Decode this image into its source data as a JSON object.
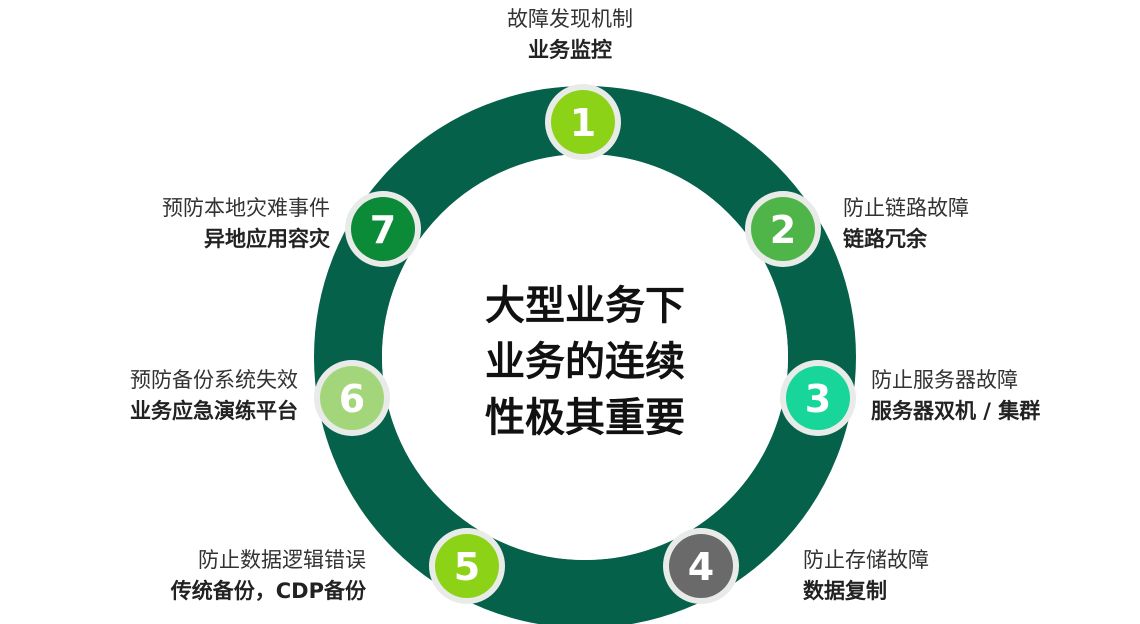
{
  "center": {
    "lines": [
      "大型业务下",
      "业务的连续",
      "性极其重要"
    ]
  },
  "colors": {
    "ring": "#05614a",
    "halo": "#e8ebe8"
  },
  "nodes": [
    {
      "number": "1",
      "color": "#8cd318",
      "title": "故障发现机制",
      "subtitle": "业务监控"
    },
    {
      "number": "2",
      "color": "#4fb548",
      "title": "防止链路故障",
      "subtitle": "链路冗余"
    },
    {
      "number": "3",
      "color": "#18d69a",
      "title": "防止服务器故障",
      "subtitle": "服务器双机 / 集群"
    },
    {
      "number": "4",
      "color": "#6a6a6a",
      "title": "防止存储故障",
      "subtitle": "数据复制"
    },
    {
      "number": "5",
      "color": "#8cd318",
      "title": "防止数据逻辑错误",
      "subtitle": "传统备份，CDP备份"
    },
    {
      "number": "6",
      "color": "#a3d67a",
      "title": "预防备份系统失效",
      "subtitle": "业务应急演练平台"
    },
    {
      "number": "7",
      "color": "#0b8a38",
      "title": "预防本地灾难事件",
      "subtitle": "异地应用容灾"
    }
  ]
}
